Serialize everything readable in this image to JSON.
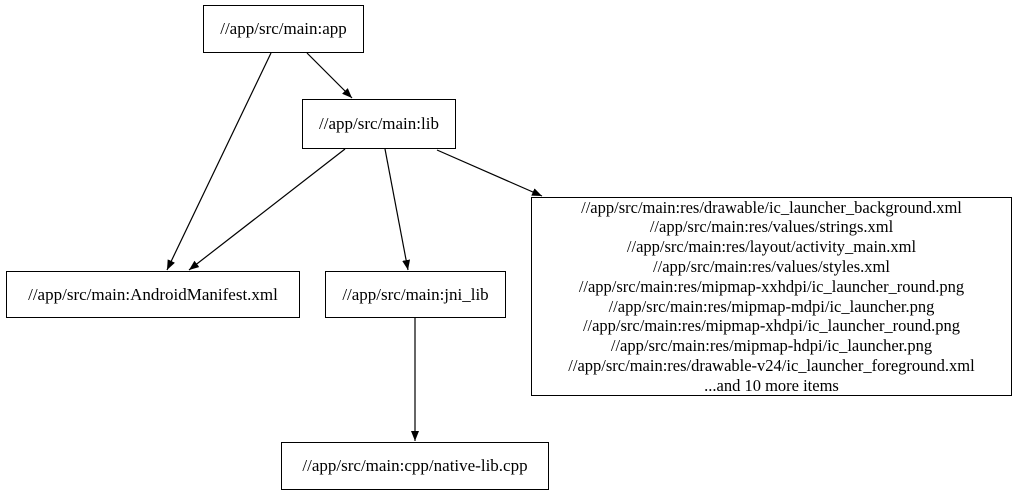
{
  "graph": {
    "colors": {
      "background": "#ffffff",
      "node_border": "#000000",
      "edge": "#000000",
      "text": "#000000"
    },
    "nodes": {
      "app": {
        "label": "//app/src/main:app"
      },
      "lib": {
        "label": "//app/src/main:lib"
      },
      "android_manifest": {
        "label": "//app/src/main:AndroidManifest.xml"
      },
      "jni_lib": {
        "label": "//app/src/main:jni_lib"
      },
      "res_group": {
        "lines": [
          "//app/src/main:res/drawable/ic_launcher_background.xml",
          "//app/src/main:res/values/strings.xml",
          "//app/src/main:res/layout/activity_main.xml",
          "//app/src/main:res/values/styles.xml",
          "//app/src/main:res/mipmap-xxhdpi/ic_launcher_round.png",
          "//app/src/main:res/mipmap-mdpi/ic_launcher.png",
          "//app/src/main:res/mipmap-xhdpi/ic_launcher_round.png",
          "//app/src/main:res/mipmap-hdpi/ic_launcher.png",
          "//app/src/main:res/drawable-v24/ic_launcher_foreground.xml",
          "...and 10 more items"
        ]
      },
      "native_lib_cpp": {
        "label": "//app/src/main:cpp/native-lib.cpp"
      }
    },
    "edges": [
      {
        "from": "app",
        "to": "lib"
      },
      {
        "from": "app",
        "to": "android_manifest"
      },
      {
        "from": "lib",
        "to": "android_manifest"
      },
      {
        "from": "lib",
        "to": "jni_lib"
      },
      {
        "from": "lib",
        "to": "res_group"
      },
      {
        "from": "jni_lib",
        "to": "native_lib_cpp"
      }
    ]
  }
}
